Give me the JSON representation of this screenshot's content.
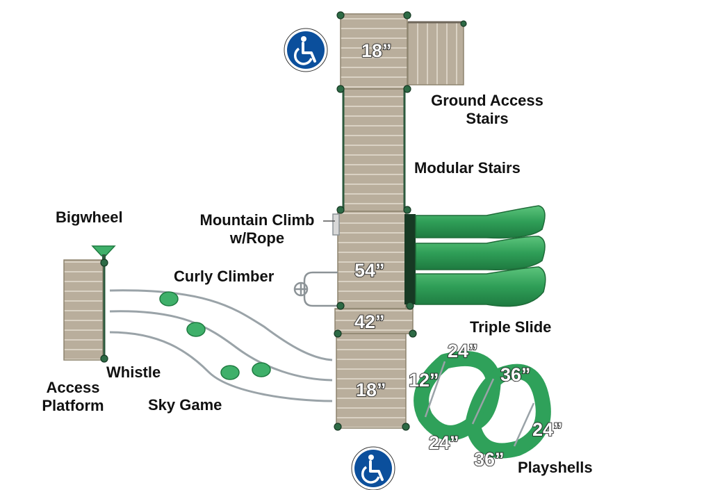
{
  "labels": {
    "ground_access_stairs": [
      "Ground Access",
      "Stairs"
    ],
    "modular_stairs": "Modular Stairs",
    "bigwheel": "Bigwheel",
    "mountain_climb": [
      "Mountain Climb",
      "w/Rope"
    ],
    "curly_climber": "Curly Climber",
    "triple_slide": "Triple Slide",
    "whistle": "Whistle",
    "access_platform": [
      "Access",
      "Platform"
    ],
    "sky_game": "Sky Game",
    "playshells": "Playshells"
  },
  "heights": {
    "top_deck": "18”",
    "middle_deck": "54”",
    "transfer_deck": "42”",
    "bottom_deck": "18”",
    "playshell_a": "24”",
    "playshell_b": "36”",
    "playshell_c": "12”",
    "playshell_d": "24”",
    "playshell_e": "24”",
    "playshell_f": "36”"
  },
  "icons": [
    "wheelchair-accessible-icon",
    "wheelchair-accessible-icon"
  ],
  "colors": {
    "deck": "#b8ad9b",
    "slide": "#2fa15a",
    "post": "#1f5e3a",
    "accessible": "#0b4f9c"
  }
}
